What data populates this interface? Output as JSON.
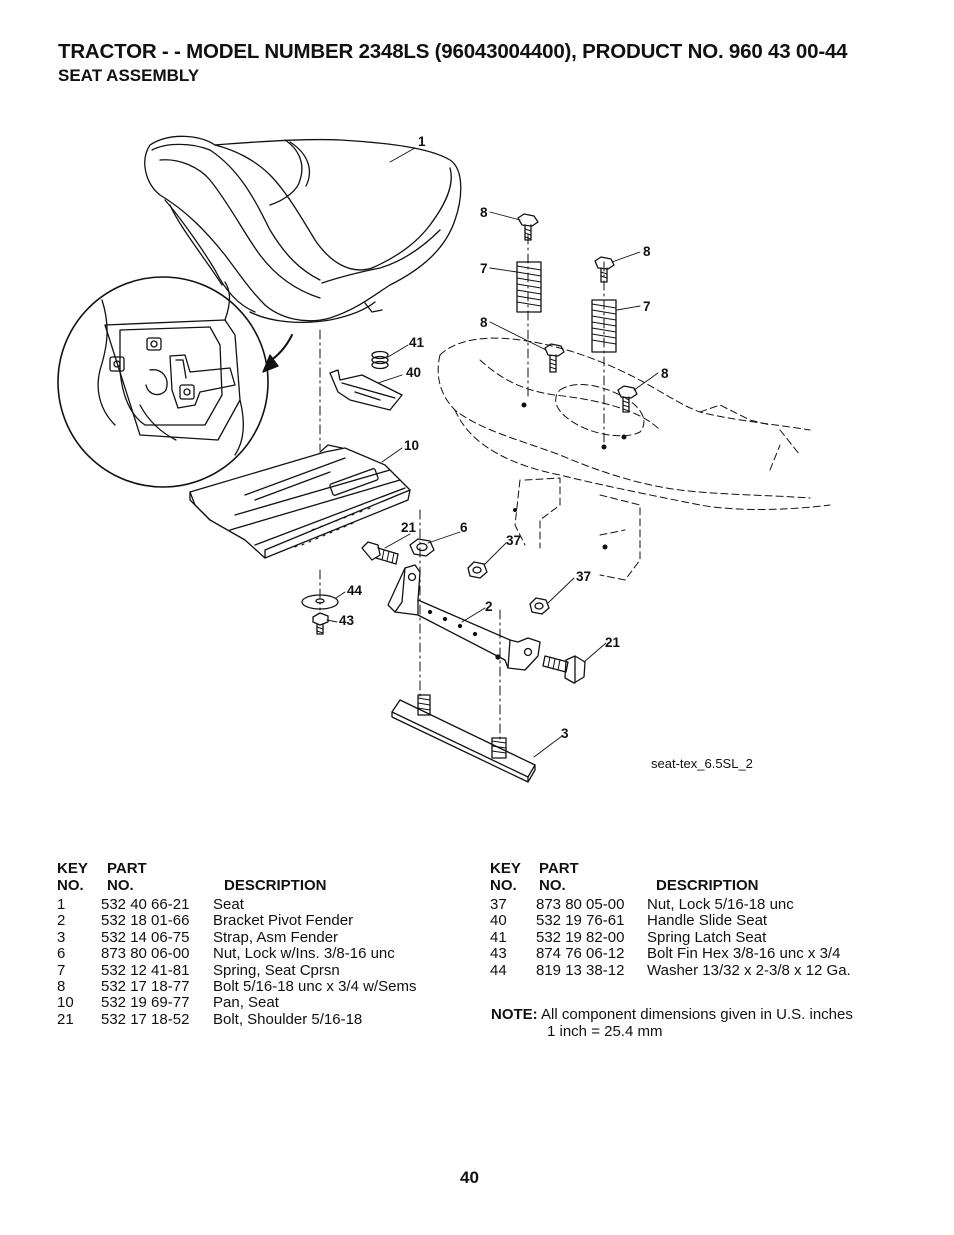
{
  "header": {
    "title": "TRACTOR - - MODEL NUMBER 2348LS (96043004400), PRODUCT NO. 960 43 00-44",
    "subtitle": "SEAT ASSEMBLY"
  },
  "diagram": {
    "callouts": [
      "1",
      "8",
      "7",
      "8",
      "7",
      "8",
      "8",
      "41",
      "40",
      "10",
      "21",
      "6",
      "37",
      "37",
      "44",
      "43",
      "2",
      "21",
      "3"
    ],
    "figure_ref": "seat-tex_6.5SL_2"
  },
  "parts_table": {
    "headers": {
      "key_line1": "KEY",
      "key_line2": "NO.",
      "part_line1": "PART",
      "part_line2": "NO.",
      "description": "DESCRIPTION"
    },
    "left_rows": [
      {
        "key": "1",
        "part": "532 40 66-21",
        "desc": "Seat"
      },
      {
        "key": "2",
        "part": "532 18 01-66",
        "desc": "Bracket Pivot Fender"
      },
      {
        "key": "3",
        "part": "532 14 06-75",
        "desc": "Strap, Asm Fender"
      },
      {
        "key": "6",
        "part": "873 80 06-00",
        "desc": "Nut, Lock w/Ins. 3/8-16 unc"
      },
      {
        "key": "7",
        "part": "532 12 41-81",
        "desc": "Spring, Seat Cprsn"
      },
      {
        "key": "8",
        "part": "532 17 18-77",
        "desc": "Bolt 5/16-18 unc x 3/4 w/Sems"
      },
      {
        "key": "10",
        "part": "532 19 69-77",
        "desc": "Pan, Seat"
      },
      {
        "key": "21",
        "part": "532 17 18-52",
        "desc": "Bolt, Shoulder 5/16-18"
      }
    ],
    "right_rows": [
      {
        "key": "37",
        "part": "873 80 05-00",
        "desc": "Nut, Lock 5/16-18 unc"
      },
      {
        "key": "40",
        "part": "532 19 76-61",
        "desc": "Handle Slide Seat"
      },
      {
        "key": "41",
        "part": "532 19 82-00",
        "desc": "Spring Latch Seat"
      },
      {
        "key": "43",
        "part": "874 76 06-12",
        "desc": "Bolt Fin Hex 3/8-16 unc x 3/4"
      },
      {
        "key": "44",
        "part": "819 13 38-12",
        "desc": "Washer 13/32 x 2-3/8 x 12 Ga."
      }
    ]
  },
  "note": {
    "label": "NOTE:",
    "line1": "All component dimensions given in U.S. inches",
    "line2": "1 inch = 25.4 mm"
  },
  "footer": {
    "page_number": "40"
  }
}
